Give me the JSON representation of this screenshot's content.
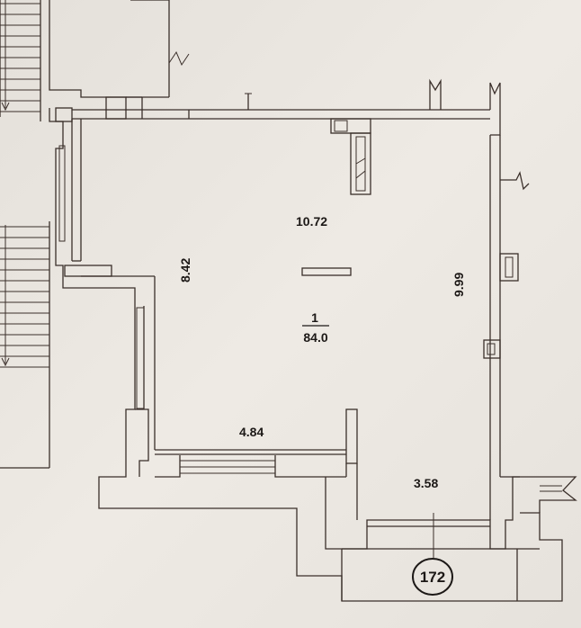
{
  "plan": {
    "room_number": "1",
    "room_area": "84.0",
    "dimensions": {
      "top": "10.72",
      "left": "8.42",
      "right": "9.99",
      "bottom_left": "4.84",
      "bottom_right": "3.58"
    },
    "unit_number": "172"
  },
  "colors": {
    "paper": "#ebe7e1",
    "ink": "#3a2f2a"
  }
}
